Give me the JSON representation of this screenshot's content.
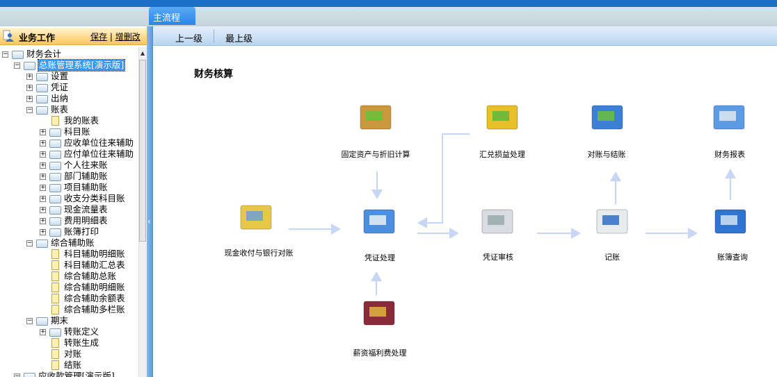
{
  "tabs": [
    {
      "label": "主流程",
      "active": true
    }
  ],
  "left_panel": {
    "title": "业务工作",
    "save_link": "保存",
    "edit_link": "增删改"
  },
  "tree": [
    {
      "label": "财务会计",
      "level": 0,
      "type": "folder",
      "expanded": true
    },
    {
      "label": "总账管理系统[演示版]",
      "level": 1,
      "type": "folder",
      "expanded": true,
      "selected": true
    },
    {
      "label": "设置",
      "level": 2,
      "type": "folder",
      "expanded": false
    },
    {
      "label": "凭证",
      "level": 2,
      "type": "folder",
      "expanded": false
    },
    {
      "label": "出纳",
      "level": 2,
      "type": "folder",
      "expanded": false
    },
    {
      "label": "账表",
      "level": 2,
      "type": "folder",
      "expanded": true
    },
    {
      "label": "我的账表",
      "level": 3,
      "type": "file"
    },
    {
      "label": "科目账",
      "level": 3,
      "type": "folder",
      "expanded": false
    },
    {
      "label": "应收单位往来辅助",
      "level": 3,
      "type": "folder",
      "expanded": false
    },
    {
      "label": "应付单位往来辅助",
      "level": 3,
      "type": "folder",
      "expanded": false
    },
    {
      "label": "个人往来账",
      "level": 3,
      "type": "folder",
      "expanded": false
    },
    {
      "label": "部门辅助账",
      "level": 3,
      "type": "folder",
      "expanded": false
    },
    {
      "label": "项目辅助账",
      "level": 3,
      "type": "folder",
      "expanded": false
    },
    {
      "label": "收支分类科目账",
      "level": 3,
      "type": "folder",
      "expanded": false
    },
    {
      "label": "现金流量表",
      "level": 3,
      "type": "folder",
      "expanded": false
    },
    {
      "label": "费用明细表",
      "level": 3,
      "type": "folder",
      "expanded": false
    },
    {
      "label": "账簿打印",
      "level": 3,
      "type": "folder",
      "expanded": false
    },
    {
      "label": "综合辅助账",
      "level": 2,
      "type": "folder",
      "expanded": true
    },
    {
      "label": "科目辅助明细账",
      "level": 3,
      "type": "file"
    },
    {
      "label": "科目辅助汇总表",
      "level": 3,
      "type": "file"
    },
    {
      "label": "综合辅助总账",
      "level": 3,
      "type": "file"
    },
    {
      "label": "综合辅助明细账",
      "level": 3,
      "type": "file"
    },
    {
      "label": "综合辅助余额表",
      "level": 3,
      "type": "file"
    },
    {
      "label": "综合辅助多栏账",
      "level": 3,
      "type": "file"
    },
    {
      "label": "期末",
      "level": 2,
      "type": "folder",
      "expanded": true
    },
    {
      "label": "转账定义",
      "level": 3,
      "type": "folder",
      "expanded": false
    },
    {
      "label": "转账生成",
      "level": 3,
      "type": "file"
    },
    {
      "label": "对账",
      "level": 3,
      "type": "file"
    },
    {
      "label": "结账",
      "level": 3,
      "type": "file"
    },
    {
      "label": "应收款管理[演示版]",
      "level": 1,
      "type": "folder",
      "expanded": true
    }
  ],
  "toolbar": {
    "up_label": "上一级",
    "top_label": "最上级"
  },
  "page_title": "财务核算",
  "flow_nodes": [
    {
      "id": "cash",
      "label": "现金收付与银行对账",
      "icon": "monitor-coins-icon"
    },
    {
      "id": "asset",
      "label": "固定资产与折旧计算",
      "icon": "box-coins-icon"
    },
    {
      "id": "voucher",
      "label": "凭证处理",
      "icon": "voucher-folder-icon"
    },
    {
      "id": "fx",
      "label": "汇兑损益处理",
      "icon": "currency-exchange-icon"
    },
    {
      "id": "audit",
      "label": "凭证审核",
      "icon": "magnifier-document-icon"
    },
    {
      "id": "post",
      "label": "记账",
      "icon": "pen-ledger-icon"
    },
    {
      "id": "close",
      "label": "对账与结账",
      "icon": "ledger-arrows-icon"
    },
    {
      "id": "query",
      "label": "账簿查询",
      "icon": "ledger-search-icon"
    },
    {
      "id": "report",
      "label": "财务报表",
      "icon": "report-folder-icon"
    },
    {
      "id": "salary",
      "label": "薪资福利费处理",
      "icon": "salary-book-icon"
    }
  ],
  "colors": {
    "accent": "#1c6fc6",
    "arrow": "#c8d6f5",
    "selection": "#3399ff"
  }
}
